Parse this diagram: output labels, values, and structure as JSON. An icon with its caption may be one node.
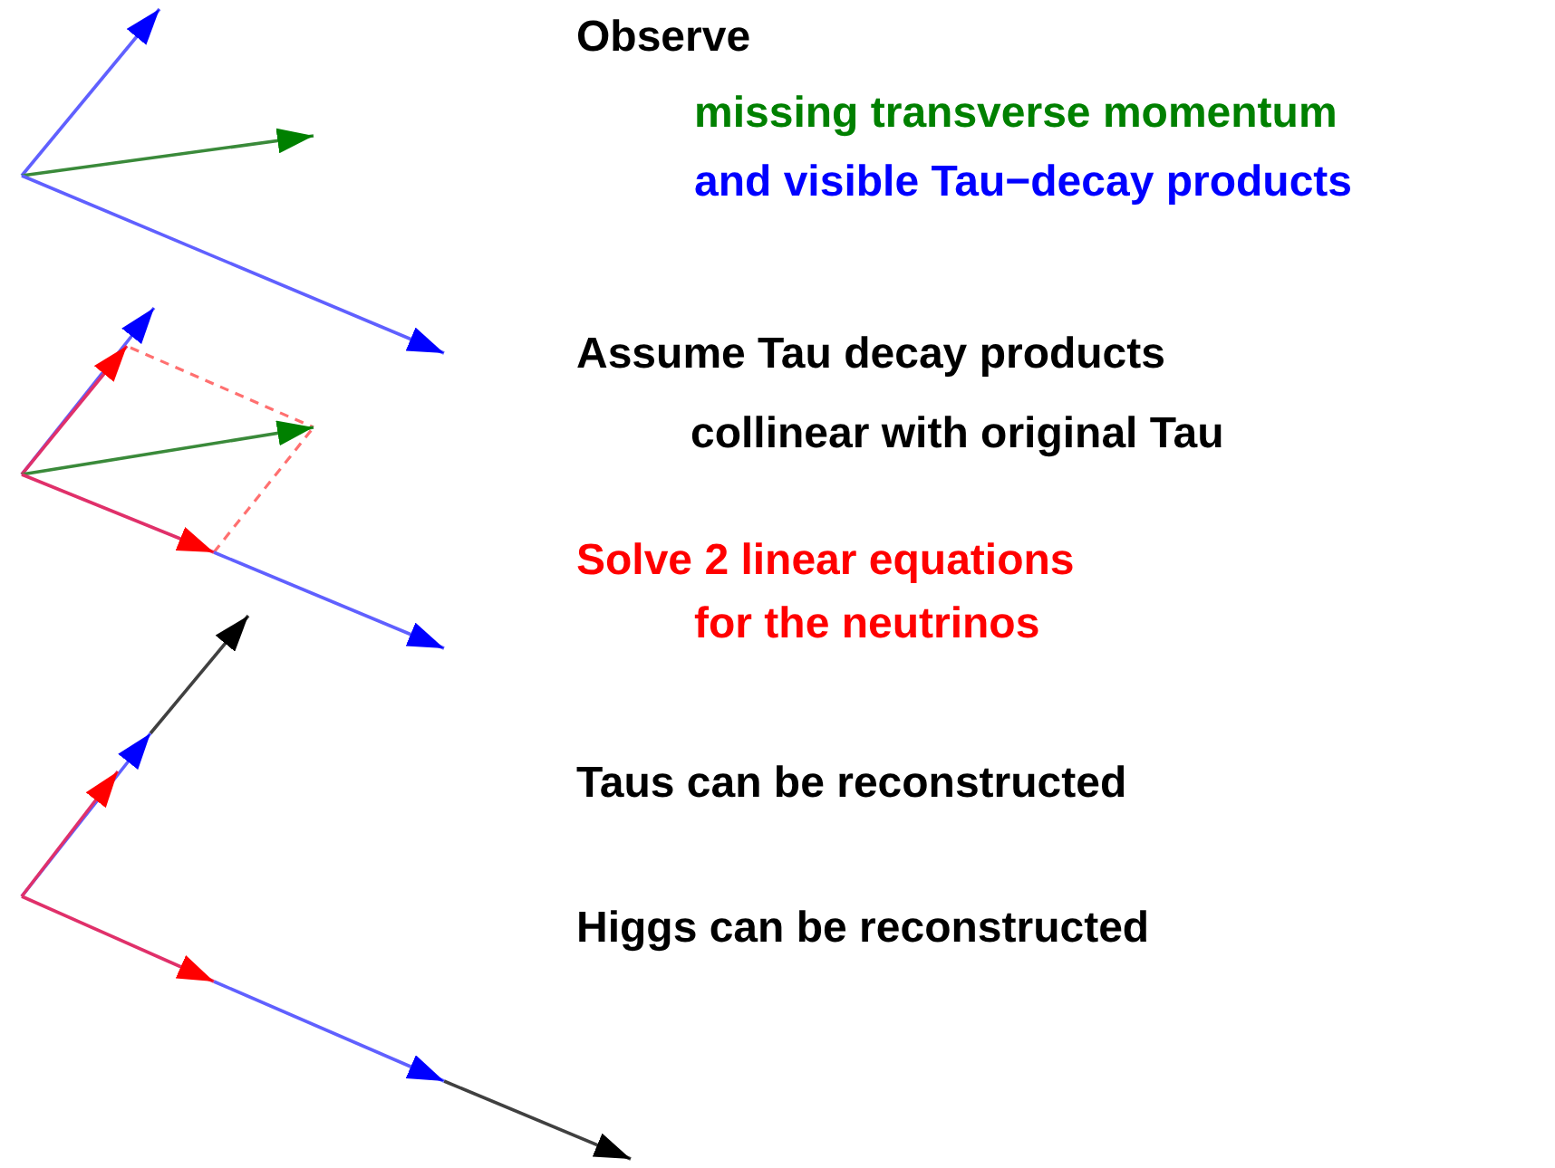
{
  "diagram": {
    "labels": [
      "Observe",
      "missing transverse momentum",
      "and visible Tau−decay products",
      "Assume Tau decay products",
      "collinear with original Tau",
      "Solve 2 linear equations",
      "for the neutrinos",
      "Taus can be reconstructed",
      "Higgs can be reconstructed"
    ]
  }
}
